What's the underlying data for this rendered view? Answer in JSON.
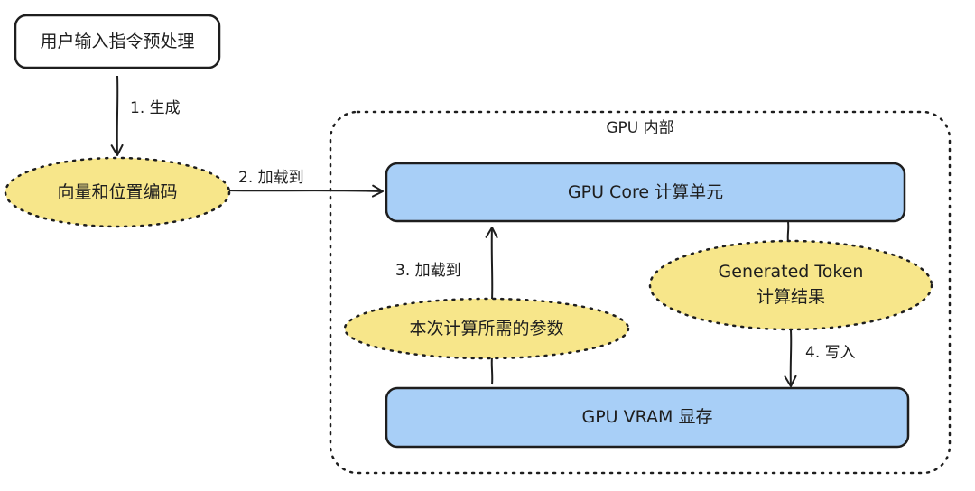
{
  "colors": {
    "stroke": "#1e1e1e",
    "ellipse_fill": "#f7e68a",
    "rect_fill": "#a8cff7",
    "white": "#ffffff"
  },
  "container": {
    "label": "GPU 内部"
  },
  "nodes": {
    "input": "用户输入指令预处理",
    "encoding": "向量和位置编码",
    "gpu_core": "GPU Core 计算单元",
    "params": "本次计算所需的参数",
    "token_line1": "Generated Token",
    "token_line2": "计算结果",
    "vram": "GPU VRAM 显存"
  },
  "edges": {
    "generate": "1. 生成",
    "load_to_core": "2. 加载到",
    "load_params": "3. 加载到",
    "write": "4. 写入"
  }
}
